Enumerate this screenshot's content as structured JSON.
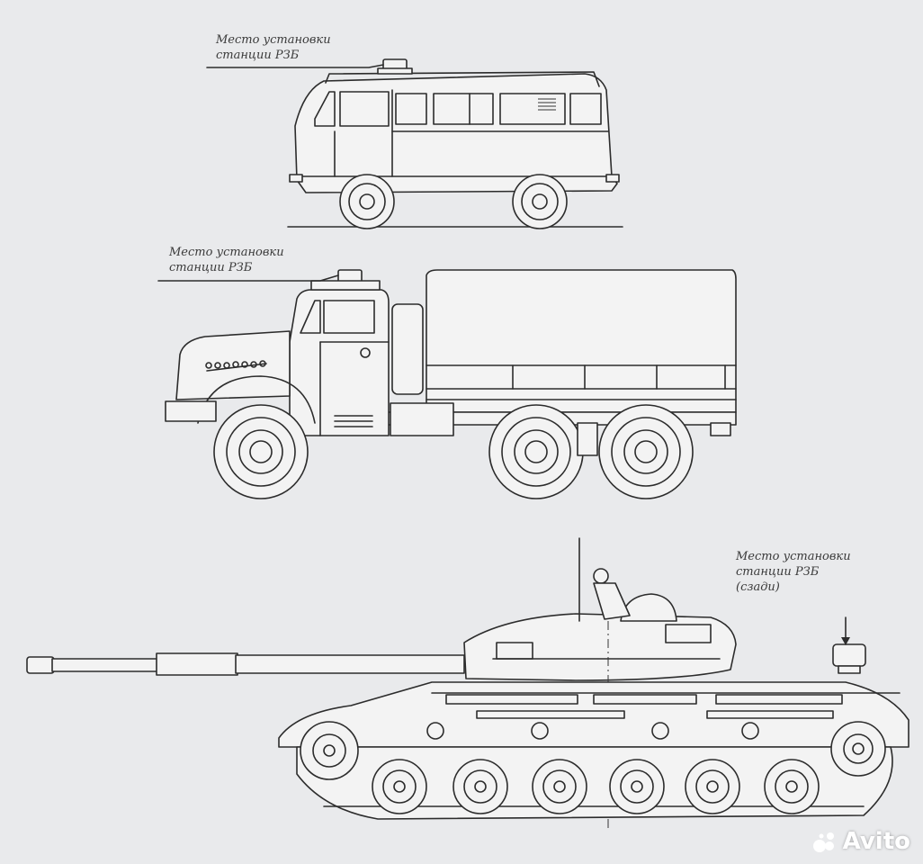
{
  "labels": {
    "van": [
      "Место установки",
      "станции РЗБ"
    ],
    "truck": [
      "Место установки",
      "станции РЗБ"
    ],
    "tank": [
      "Место установки",
      "станции РЗБ",
      "(сзади)"
    ]
  },
  "watermark": "Avito",
  "colors": {
    "paper": "#e9eaec",
    "ink": "#2c2c2c",
    "label_ink": "#3a3a3a"
  }
}
